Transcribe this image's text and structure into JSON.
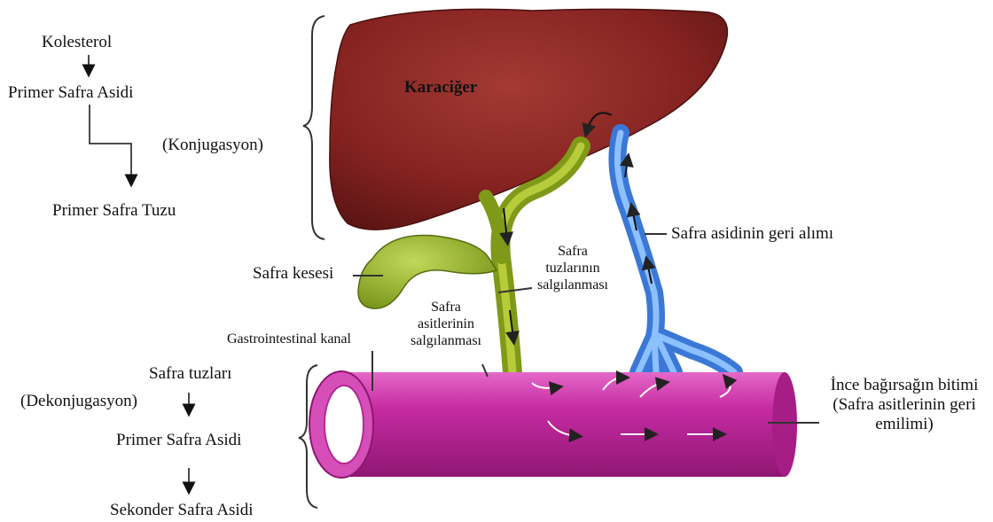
{
  "pathway_top": {
    "step1": "Kolesterol",
    "step2": "Primer Safra Asidi",
    "step3": "Primer Safra Tuzu",
    "process": "(Konjugasyon)"
  },
  "pathway_bottom": {
    "step1": "Safra tuzları",
    "process": "(Dekonjugasyon)",
    "step2": "Primer Safra Asidi",
    "step3": "Sekonder Safra Asidi"
  },
  "organs": {
    "liver": "Karaciğer",
    "gallbladder": "Safra kesesi",
    "gi_tract": "Gastrointestinal kanal"
  },
  "flows": {
    "bile_salt_secretion": [
      "Safra",
      "tuzlarının",
      "salgılanması"
    ],
    "bile_acid_secretion": [
      "Safra",
      "asitlerinin",
      "salgılanması"
    ],
    "bile_acid_reuptake": "Safra asidinin geri alımı",
    "ileum_end": [
      "İnce bağırsağın bitimi",
      "(Safra asitlerinin geri",
      "emilimi)"
    ]
  },
  "colors": {
    "liver": "#8a2424",
    "gallbladder": "#8cab1e",
    "bile_duct": "#9fb82a",
    "vein": "#4f8fe6",
    "intestine": "#c2279c"
  }
}
